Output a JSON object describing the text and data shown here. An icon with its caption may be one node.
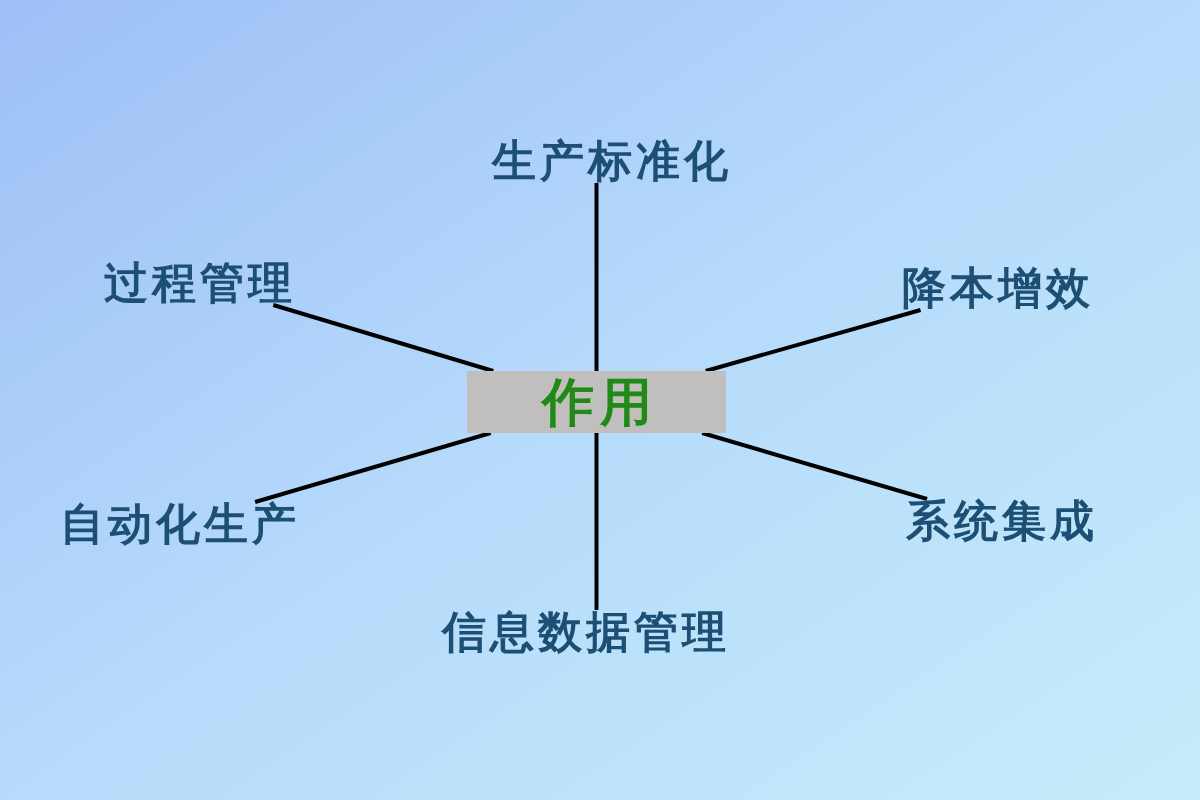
{
  "diagram": {
    "nodes": [
      {
        "text": [
          "生产标准化"
        ]
      },
      {
        "text": [
          "过程管理"
        ]
      },
      {
        "text": [
          "降本增效"
        ]
      },
      {
        "text": [
          "作用"
        ]
      },
      {
        "text": [
          "自动化生产"
        ]
      },
      {
        "text": [
          "系统集成"
        ]
      },
      {
        "text": [
          "信息数据管理"
        ]
      }
    ],
    "edges": [
      {
        "from": 3,
        "to": 0,
        "arrow": "none"
      },
      {
        "from": 3,
        "to": 1,
        "arrow": "none"
      },
      {
        "from": 3,
        "to": 2,
        "arrow": "none"
      },
      {
        "from": 3,
        "to": 4,
        "arrow": "none"
      },
      {
        "from": 3,
        "to": 5,
        "arrow": "none"
      },
      {
        "from": 3,
        "to": 6,
        "arrow": "none"
      }
    ]
  }
}
